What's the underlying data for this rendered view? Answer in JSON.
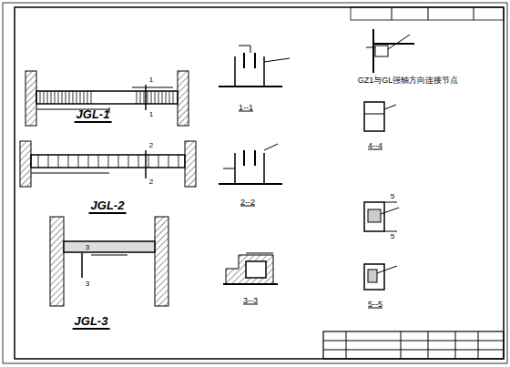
{
  "diagram": {
    "labels": [
      "JGL-1",
      "JGL-2",
      "JGL-3",
      "1--1",
      "2--2",
      "3--3",
      "GZ1与GL强轴方向连接节点",
      "4--4",
      "5--5",
      "1",
      "1",
      "2",
      "2",
      "3",
      "3",
      "5",
      "5"
    ]
  }
}
